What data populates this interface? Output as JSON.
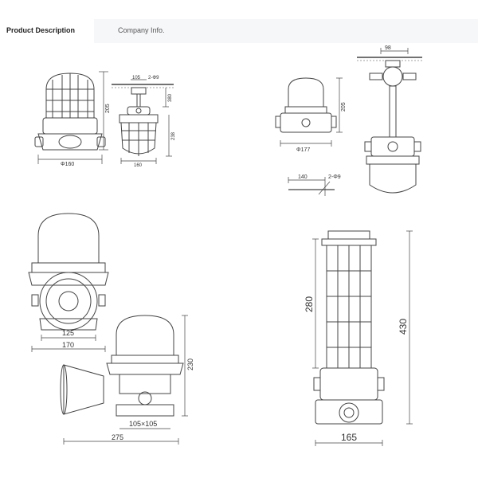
{
  "tabs": {
    "product_description": "Product Description",
    "company_info": "Company Info."
  },
  "drawing1": {
    "side_height": "205",
    "base_width": "Φ160",
    "top_width": "105",
    "holes": "2-Φ9",
    "stem": "380",
    "body_height": "238",
    "body_width": "160"
  },
  "drawing2": {
    "top_width": "98",
    "height": "205",
    "base_width": "Φ177",
    "plate_width": "140",
    "holes": "2-Φ9"
  },
  "drawing3": {
    "inner_width": "125",
    "outer_width": "170"
  },
  "drawing4": {
    "height": "230",
    "base": "105×105",
    "length": "275"
  },
  "drawing5": {
    "cage_height": "280",
    "total_height": "430",
    "base_width": "165"
  }
}
